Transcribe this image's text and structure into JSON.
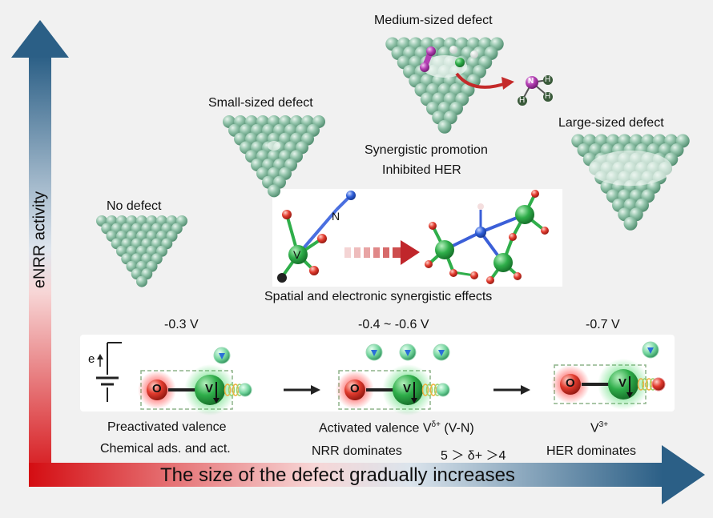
{
  "colors": {
    "arrow_start": "#d40d12",
    "arrow_end": "#2b5f86",
    "atom_green": "#2fae4a",
    "atom_red": "#e23b2e",
    "atom_blue": "#2f5fd9",
    "nanoparticle": "#8fc1a7"
  },
  "axes": {
    "y_label": "eNRR activity",
    "x_label": "The size of the defect gradually increases"
  },
  "stages": [
    {
      "label": "No defect"
    },
    {
      "label": "Small-sized defect"
    },
    {
      "label": "Medium-sized defect"
    },
    {
      "label": "Large-sized defect"
    }
  ],
  "medium_notes": [
    "Synergistic promotion",
    "Inhibited HER"
  ],
  "molecule": {
    "n_label": "N",
    "v_label": "V",
    "nh3": {
      "n": "N",
      "h": "H"
    }
  },
  "synergy_caption": "Spatial and electronic synergistic effects",
  "potentials": [
    "-0.3 V",
    "-0.4 ~ -0.6 V",
    "-0.7 V"
  ],
  "bottom": {
    "e_label": "e",
    "o_label": "O",
    "v_label": "V",
    "col1": [
      "Preactivated valence",
      "Chemical ads. and act."
    ],
    "col2_line1_prefix": "Activated valence V",
    "col2_line1_sup": "δ+",
    "col2_line1_suffix": " (V-N)",
    "col2_line2": "NRR dominates",
    "col2_range": "5 ＞ δ+ ＞4",
    "col3_base": "V",
    "col3_sup": "3+",
    "col3_line2": "HER dominates"
  }
}
